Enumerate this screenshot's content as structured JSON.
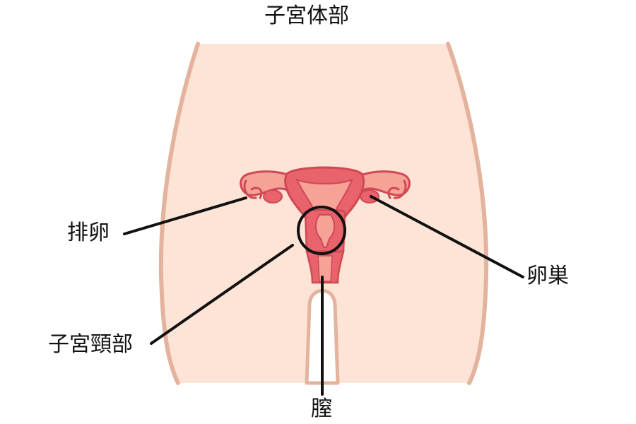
{
  "labels": {
    "title": "子宮体部",
    "ovulation": "排卵",
    "ovary": "卵巣",
    "cervix": "子宮頸部",
    "vagina": "膣"
  },
  "colors": {
    "skin": "#fde4d6",
    "skin_outline": "#e3b39d",
    "organ_light": "#f6a296",
    "organ_dark": "#e8636c",
    "organ_outline": "#cf4955",
    "leader_line": "#111111"
  }
}
